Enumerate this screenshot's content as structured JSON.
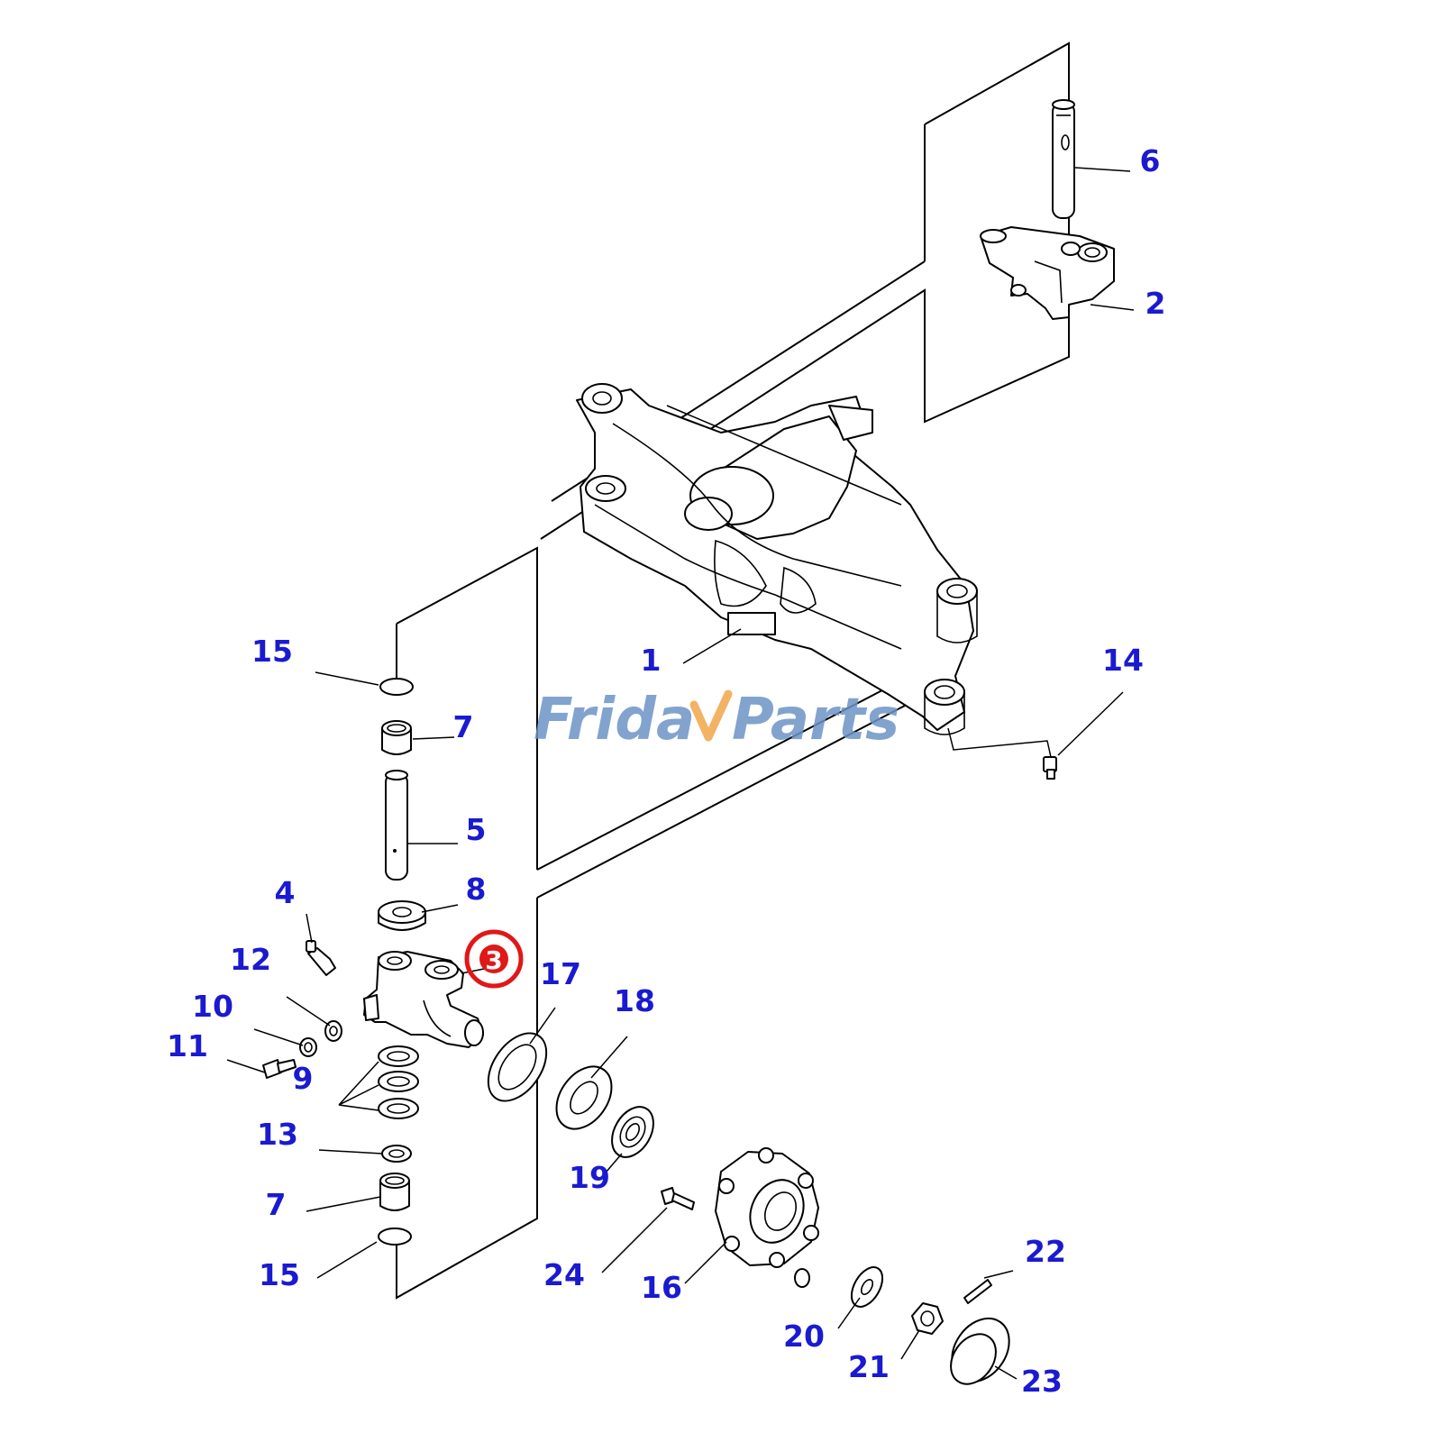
{
  "colors": {
    "callout": "#1a1ad0",
    "highlight": "#e01818",
    "watermark_blue": "#6d93c6",
    "watermark_orange": "#f0a64a"
  },
  "watermark": {
    "part1": "Frida",
    "part2": "Parts"
  },
  "callouts": {
    "c1": "1",
    "c2": "2",
    "c3": "3",
    "c4": "4",
    "c5": "5",
    "c6": "6",
    "c7a": "7",
    "c7b": "7",
    "c8": "8",
    "c9": "9",
    "c10": "10",
    "c11": "11",
    "c12": "12",
    "c13": "13",
    "c14": "14",
    "c15a": "15",
    "c15b": "15",
    "c16": "16",
    "c17": "17",
    "c18": "18",
    "c19": "19",
    "c20": "20",
    "c21": "21",
    "c22": "22",
    "c23": "23",
    "c24": "24"
  },
  "highlighted_callout": "3"
}
